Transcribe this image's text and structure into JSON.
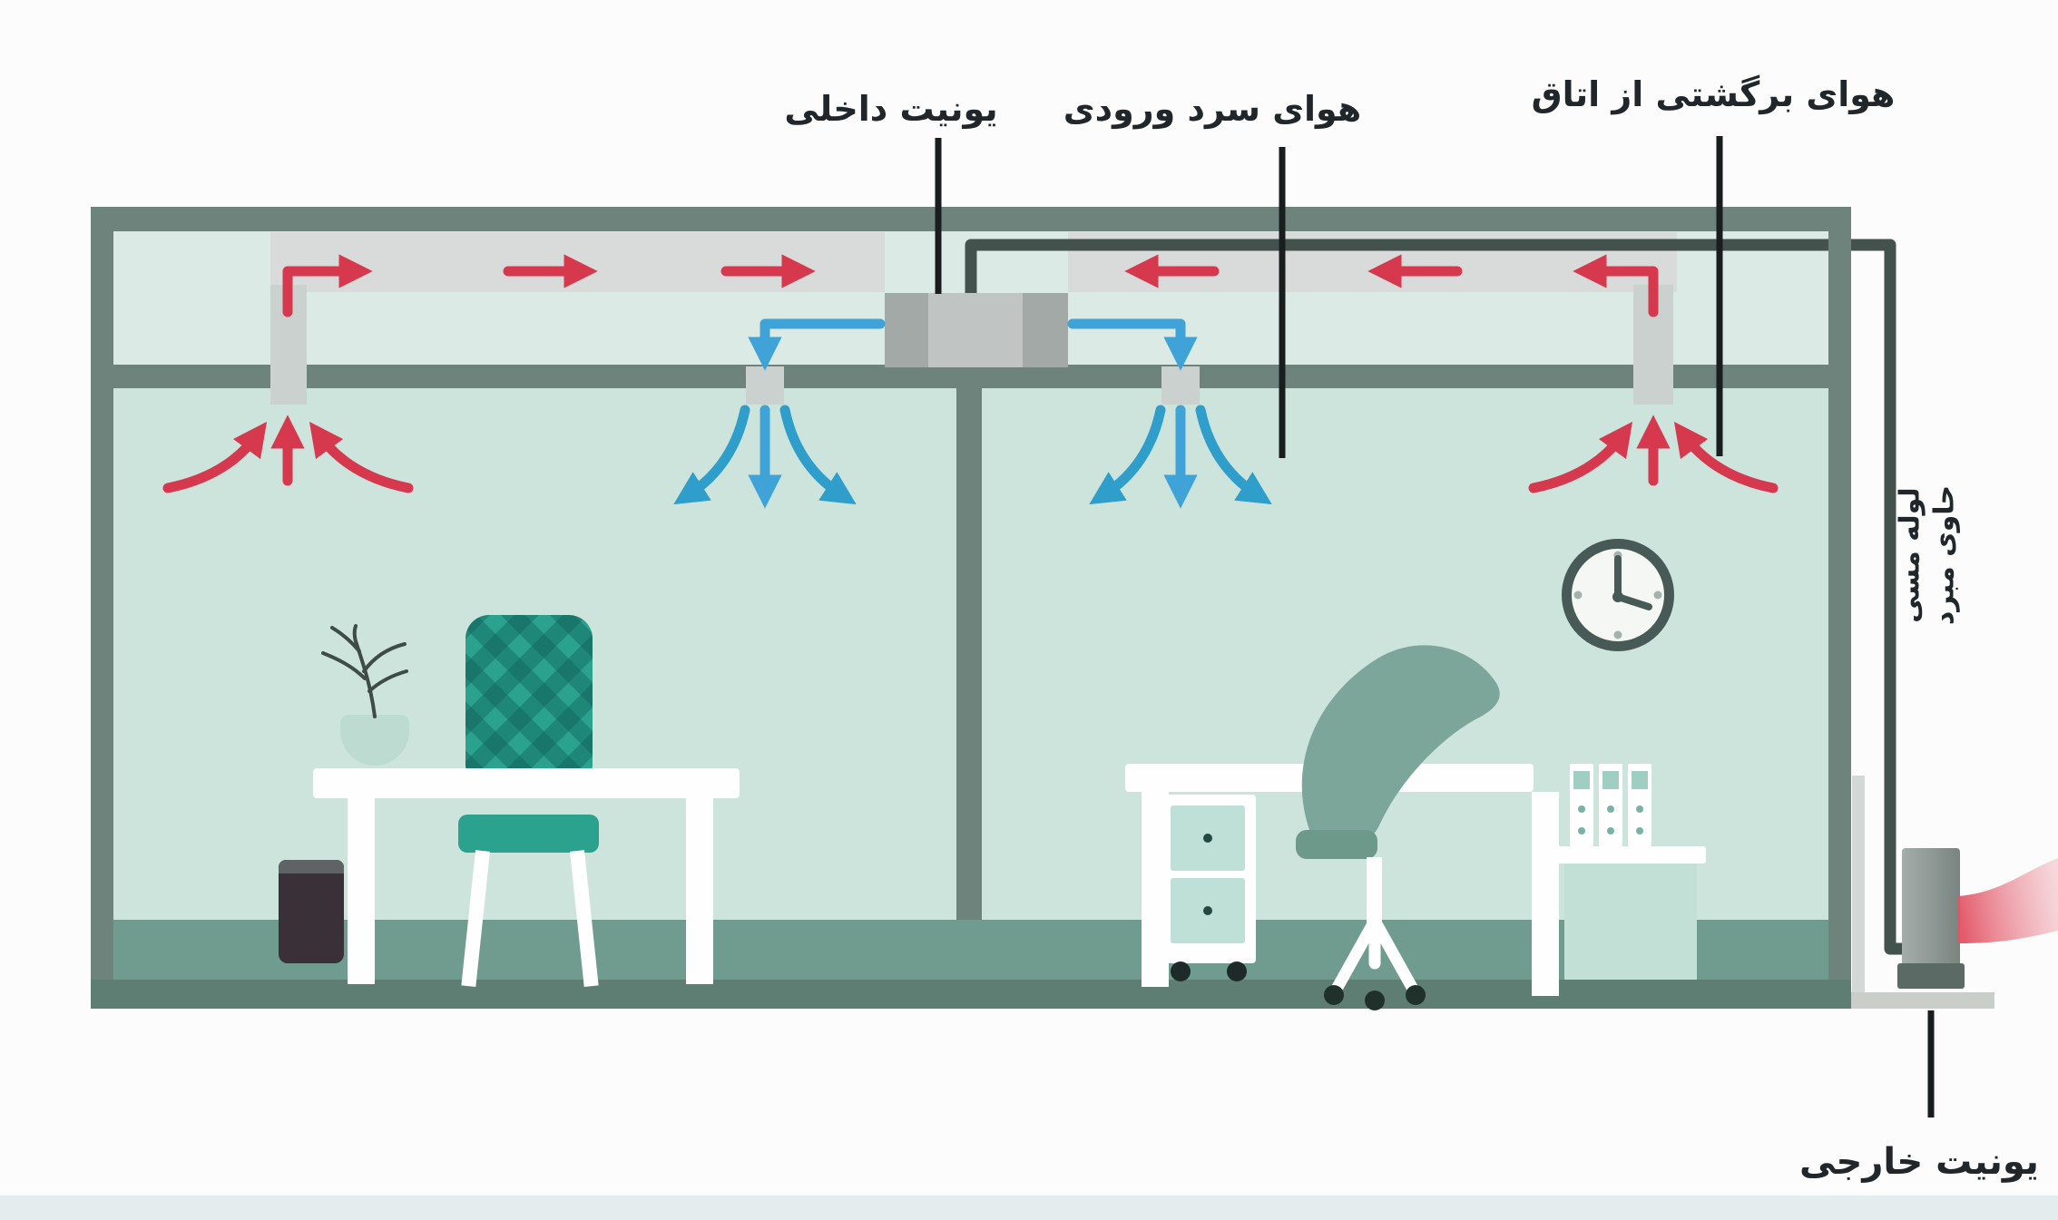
{
  "diagram": {
    "title": "ducted-split-air-conditioning-diagram",
    "labels": {
      "indoor_unit": "یونیت داخلی",
      "cold_supply_air": "هوای سرد ورودی",
      "return_air": "هوای برگشتی از اتاق",
      "pipe_label_line1": "لوله مسی",
      "pipe_label_line2": "حاوی مبرد",
      "outdoor_unit": "یونیت خارجی"
    },
    "clock": {
      "time": "4:00"
    },
    "palette": {
      "wall": "#6e837b",
      "room_mint": "#cde4dd",
      "plenum_mint": "#dbeae5",
      "duct_gray": "#d9dbda",
      "vent_gray": "#cbd1ce",
      "supply_air_blue": "#3fa3d8",
      "supply_air_blue_curve": "#2f9ecb",
      "return_air_red": "#d6384e",
      "refrigerant_pipe": "#44524e",
      "chair_teal": "#2ba28d",
      "furniture_sage": "#7ba699",
      "floor_sage": "#6f9c8e",
      "floor_dark": "#5e7e74",
      "outdoor_unit_gray": "#8b9592",
      "heat_exhaust_pink": "#e25364"
    }
  }
}
